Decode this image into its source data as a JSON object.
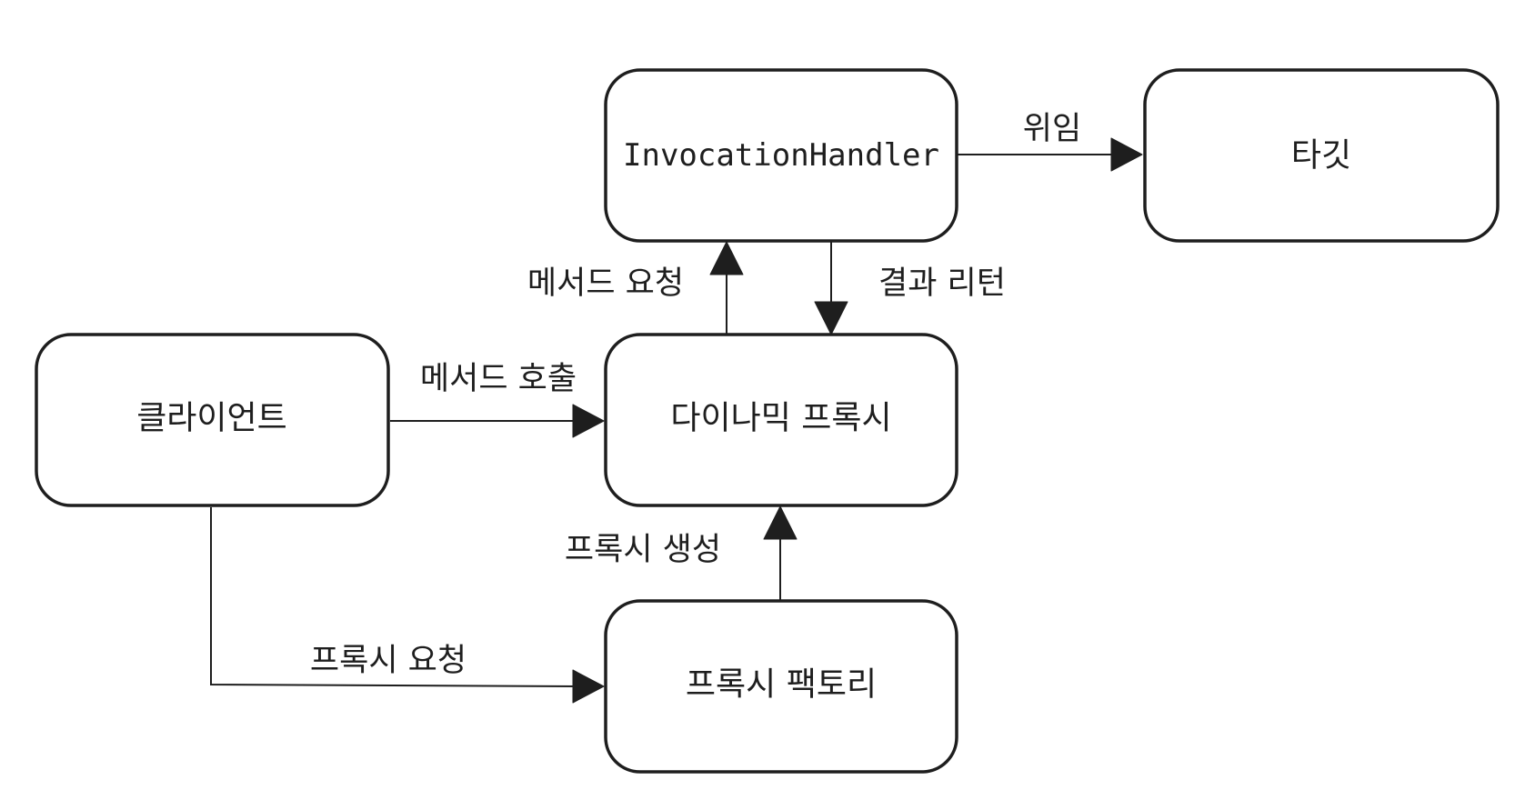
{
  "nodes": {
    "invocation_handler": "InvocationHandler",
    "target": "타깃",
    "client": "클라이언트",
    "dynamic_proxy": "다이나믹 프록시",
    "proxy_factory": "프록시 팩토리"
  },
  "edges": {
    "delegate": "위임",
    "method_request": "메서드 요청",
    "return_result": "결과 리턴",
    "method_call": "메서드 호출",
    "create_proxy": "프록시 생성",
    "request_proxy": "프록시 요청"
  },
  "colors": {
    "stroke": "#1e1e1e",
    "background": "#ffffff"
  }
}
